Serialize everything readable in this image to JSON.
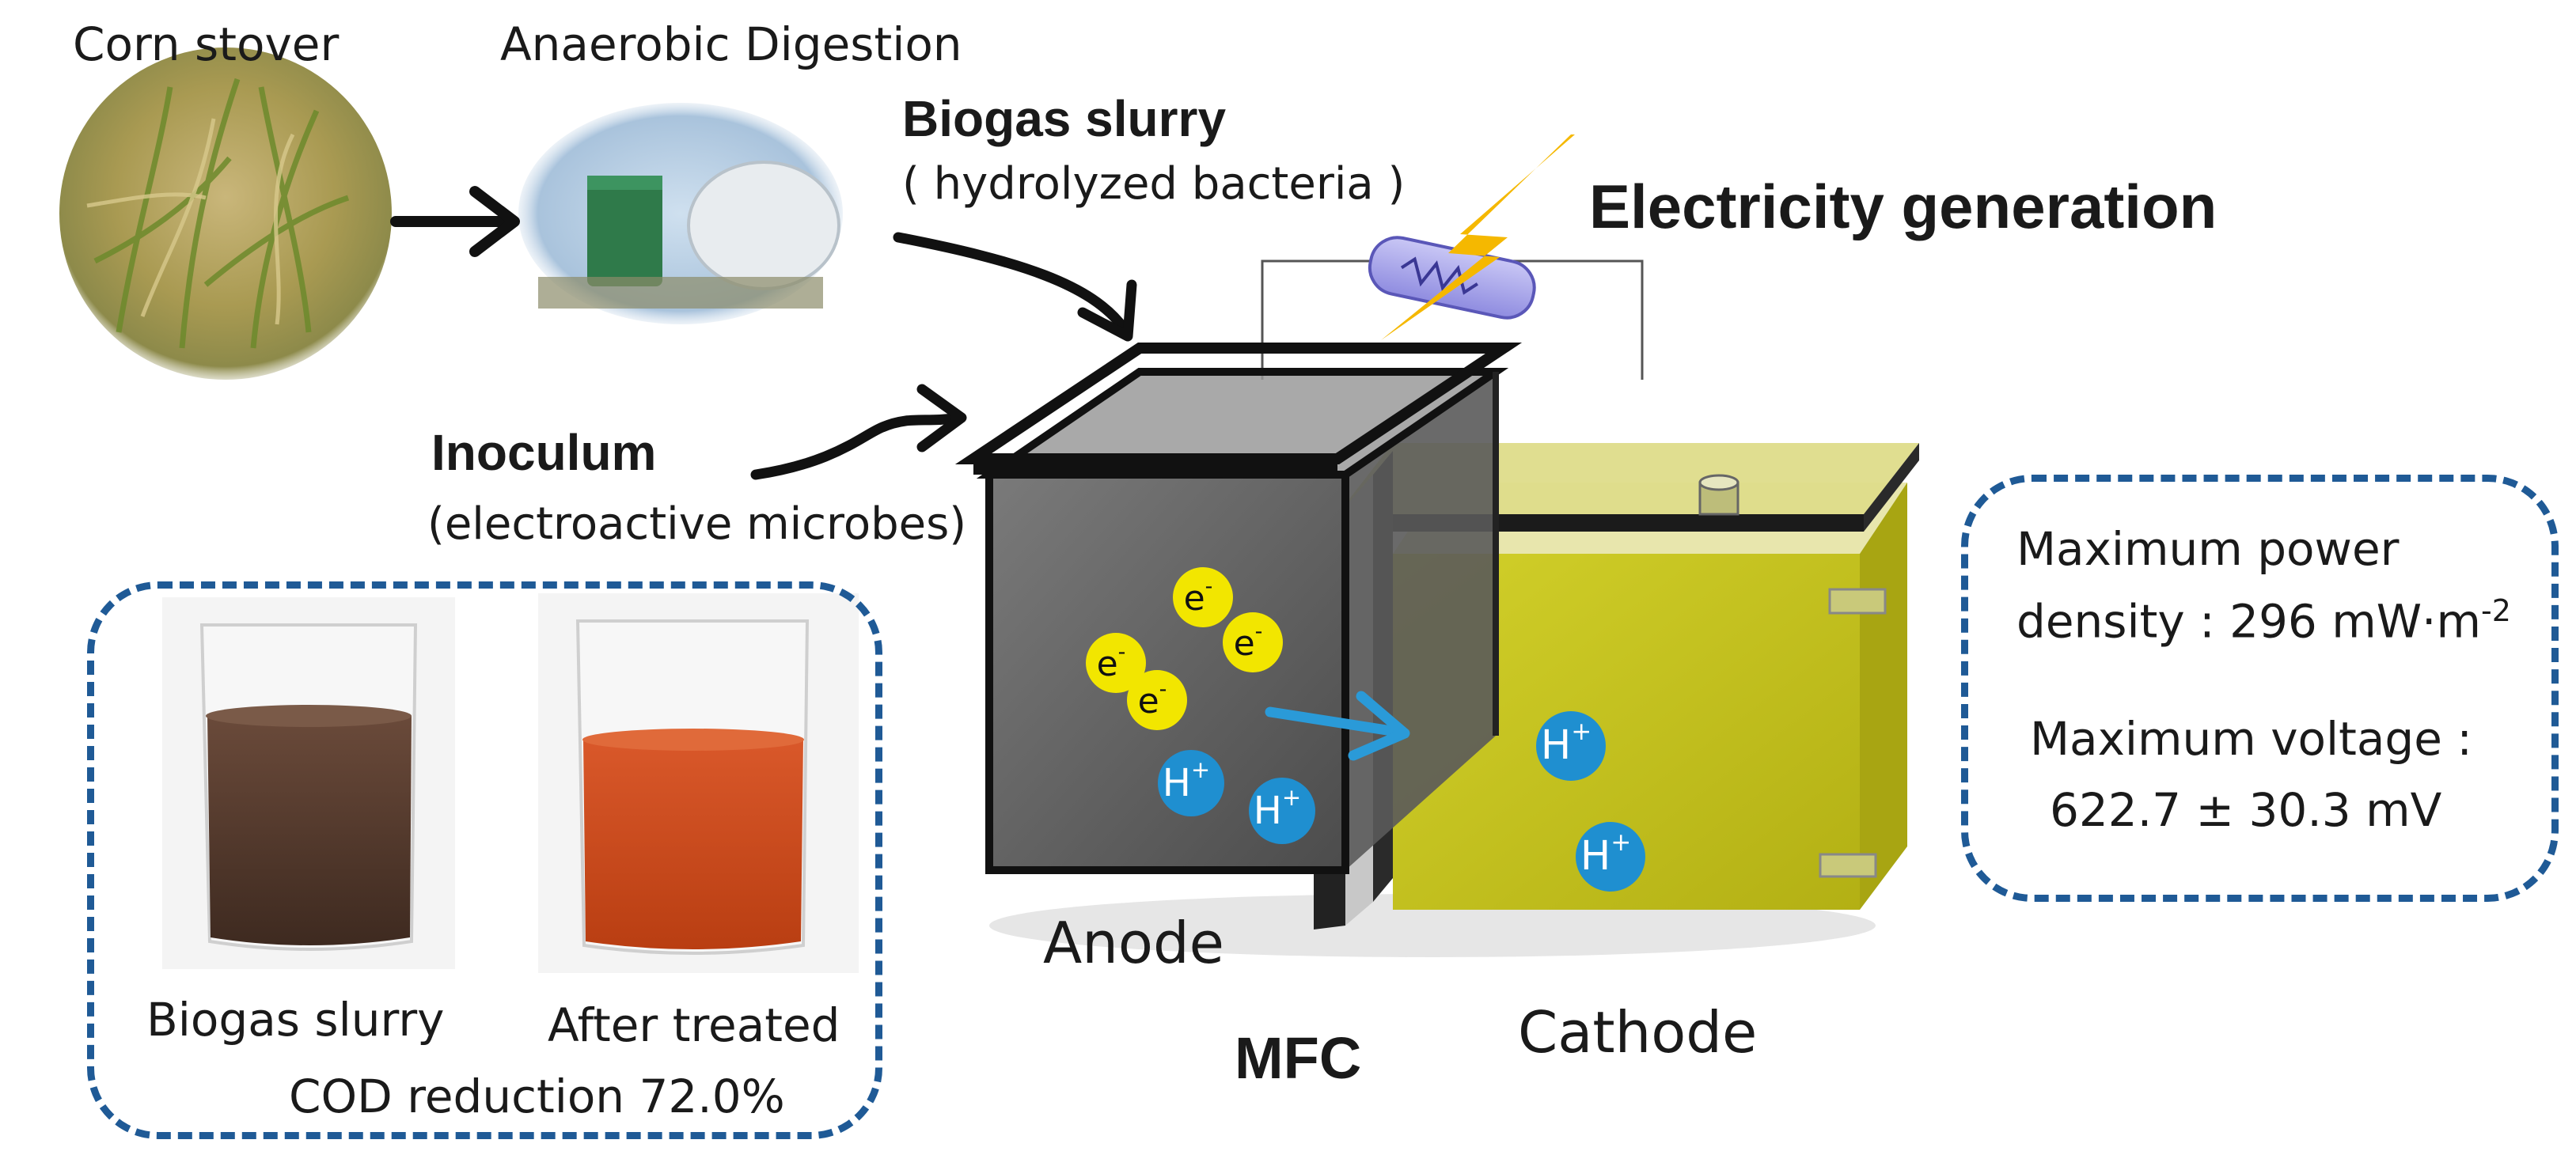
{
  "labels": {
    "corn_stover": "Corn stover",
    "anaerobic_digestion": "Anaerobic Digestion",
    "biogas_slurry_title": "Biogas slurry",
    "biogas_slurry_sub": "( hydrolyzed bacteria )",
    "electricity": "Electricity generation",
    "inoculum_title": "Inoculum",
    "inoculum_sub": "(electroactive microbes)",
    "anode": "Anode",
    "cathode": "Cathode",
    "mfc": "MFC"
  },
  "results_box": {
    "power_line1": "Maximum power",
    "power_line2": "density : 296 mW·m",
    "power_exp": "-2",
    "voltage_line1": "Maximum voltage :",
    "voltage_line2": "622.7 ± 30.3 mV"
  },
  "treatment_box": {
    "before_label": "Biogas slurry",
    "after_label": "After treated",
    "cod": "COD reduction 72.0%"
  },
  "particles": {
    "electron": "e",
    "electron_sup": "-",
    "proton": "H",
    "proton_sup": "+"
  },
  "colors": {
    "dash_border": "#1f5a96",
    "electron_fill": "#f2e600",
    "proton_fill": "#1f8fd0",
    "cathode_liquid": "#c4c21e",
    "anode_liquid": "#5a5a5a",
    "flow_arrow": "#2a9ad8",
    "lightning": "#f5b800"
  }
}
